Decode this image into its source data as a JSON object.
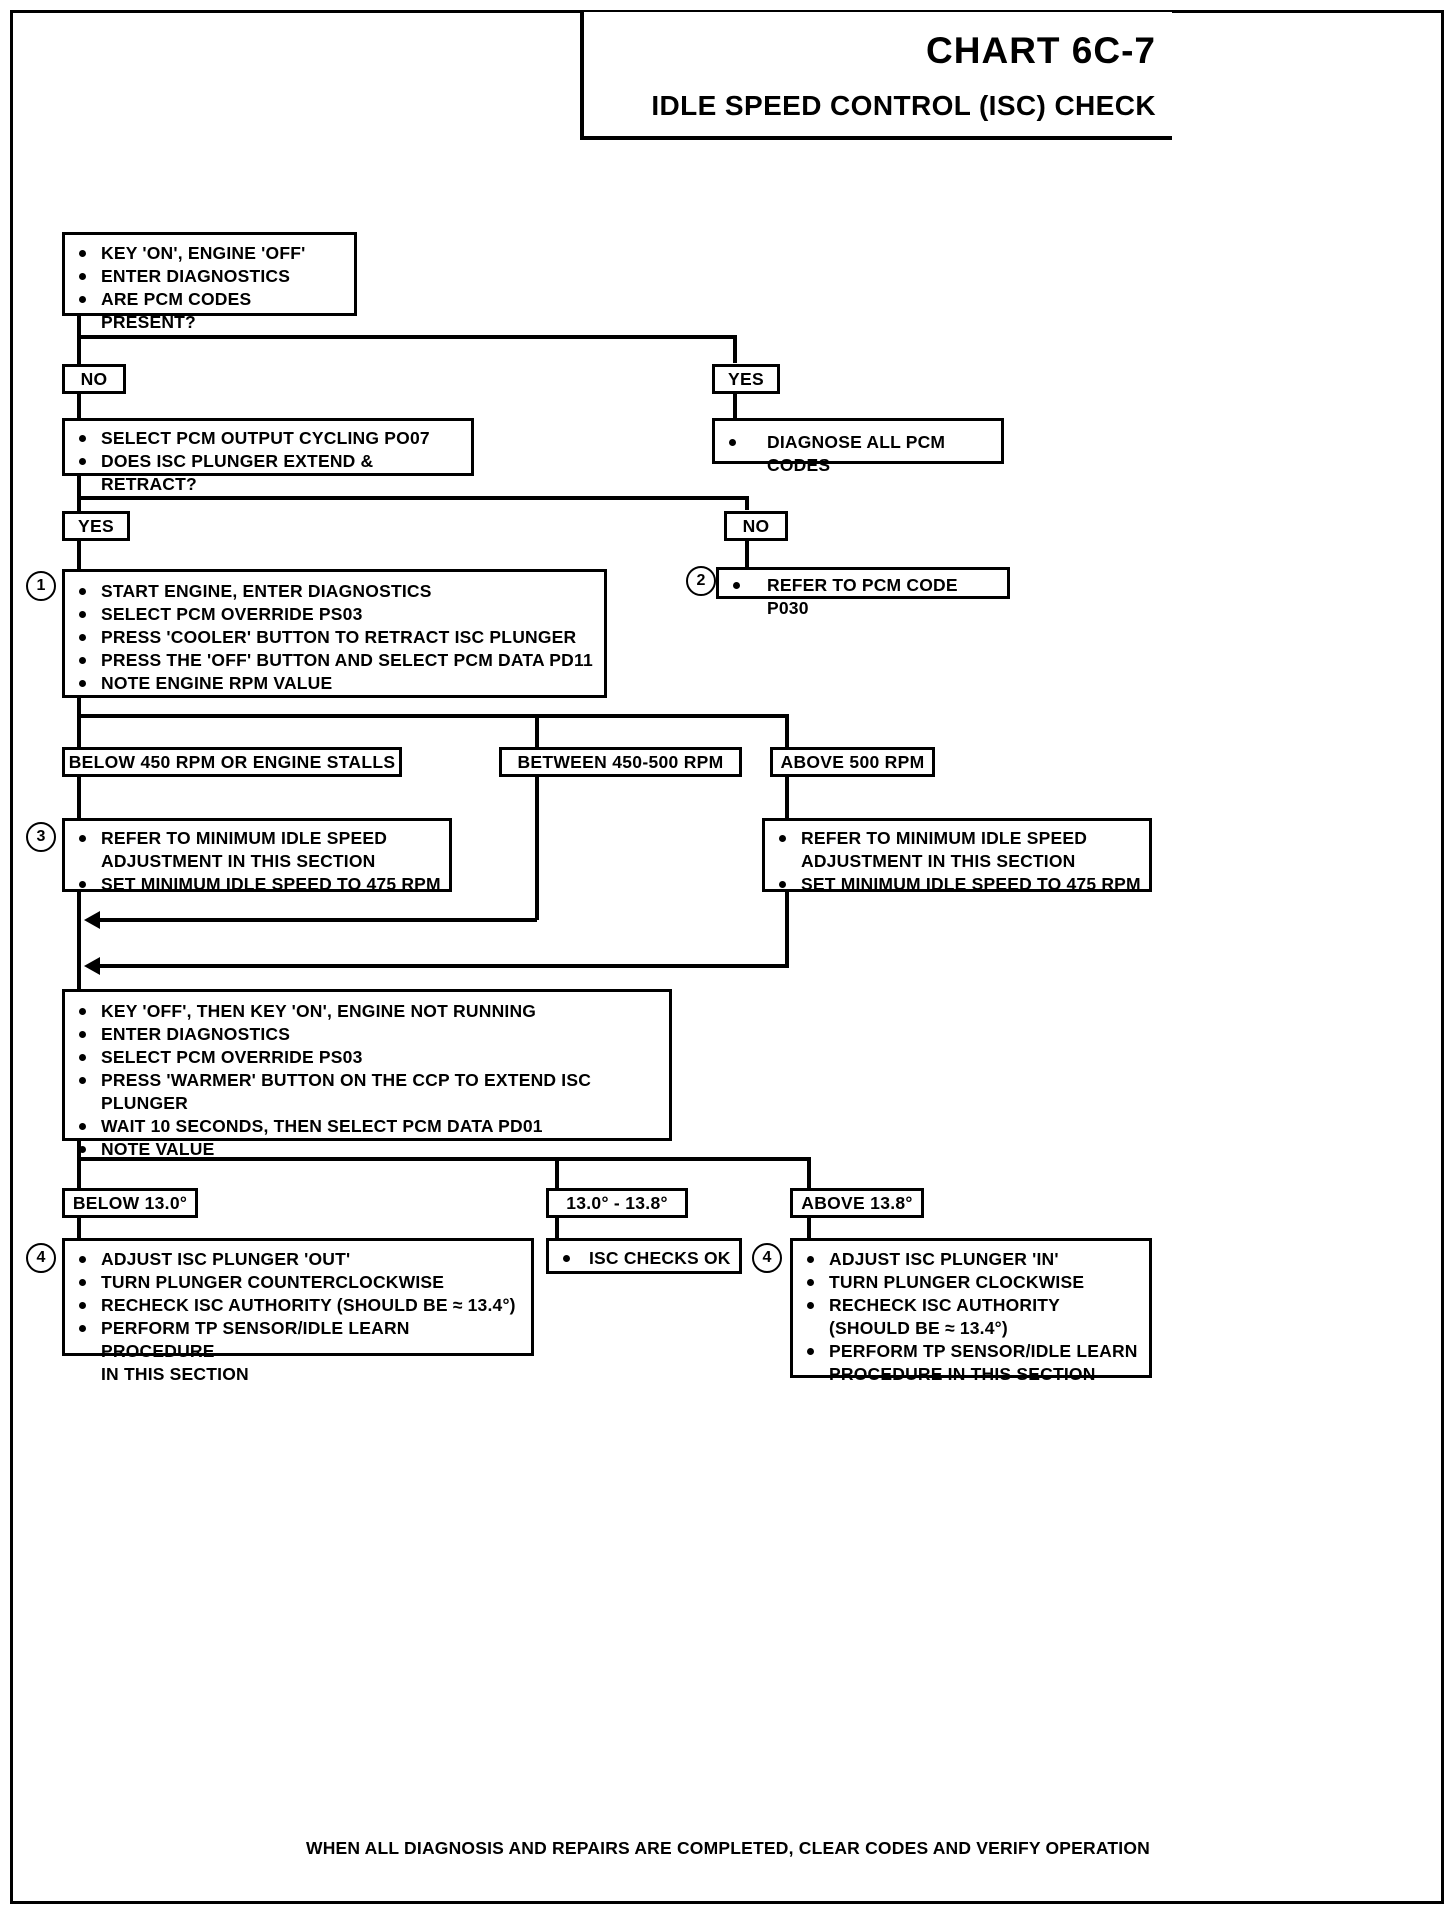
{
  "header": {
    "chart_number": "CHART 6C-7",
    "chart_title": "IDLE SPEED CONTROL (ISC) CHECK"
  },
  "nodes": {
    "start": {
      "items": [
        "KEY 'ON', ENGINE 'OFF'",
        "ENTER DIAGNOSTICS",
        "ARE PCM CODES PRESENT?"
      ]
    },
    "codes_no_label": "NO",
    "codes_yes_label": "YES",
    "output_cycling": {
      "items": [
        "SELECT PCM OUTPUT CYCLING PO07",
        "DOES ISC PLUNGER EXTEND & RETRACT?"
      ]
    },
    "diagnose_codes": {
      "items": [
        "DIAGNOSE ALL PCM CODES"
      ]
    },
    "plunger_yes_label": "YES",
    "plunger_no_label": "NO",
    "step1": {
      "marker": "1",
      "items": [
        "START ENGINE, ENTER DIAGNOSTICS",
        "SELECT PCM OVERRIDE PS03",
        "PRESS 'COOLER' BUTTON TO RETRACT ISC PLUNGER",
        "PRESS THE 'OFF' BUTTON AND SELECT PCM DATA PD11",
        "NOTE ENGINE RPM VALUE"
      ]
    },
    "rpm_below": "BELOW 450  RPM OR ENGINE STALLS",
    "rpm_between": "BETWEEN 450-500 RPM",
    "rpm_above": "ABOVE 500  RPM",
    "step3": {
      "marker": "3",
      "items": [
        "REFER TO MINIMUM IDLE SPEED\nADJUSTMENT IN THIS SECTION",
        "SET MINIMUM IDLE SPEED TO 475 RPM"
      ]
    },
    "min_idle_right": {
      "items": [
        "REFER TO MINIMUM IDLE SPEED\nADJUSTMENT IN THIS SECTION",
        "SET MINIMUM IDLE SPEED TO 475 RPM"
      ]
    },
    "key_cycle": {
      "items": [
        "KEY 'OFF', THEN KEY 'ON', ENGINE NOT RUNNING",
        "ENTER DIAGNOSTICS",
        "SELECT PCM OVERRIDE PS03",
        "PRESS 'WARMER' BUTTON ON THE CCP TO EXTEND ISC PLUNGER",
        "WAIT 10 SECONDS, THEN SELECT PCM DATA PD01",
        "NOTE VALUE"
      ]
    },
    "deg_below": "BELOW 13.0°",
    "deg_between": "13.0° - 13.8°",
    "deg_above": "ABOVE 13.8°",
    "adjust_out": {
      "marker": "4",
      "items": [
        "ADJUST ISC PLUNGER 'OUT'",
        "TURN PLUNGER COUNTERCLOCKWISE",
        "RECHECK ISC AUTHORITY (SHOULD BE ≈ 13.4°)",
        "PERFORM TP SENSOR/IDLE LEARN PROCEDURE\nIN THIS SECTION"
      ]
    },
    "isc_ok": {
      "items": [
        "ISC CHECKS OK"
      ]
    },
    "adjust_in": {
      "marker": "4",
      "items": [
        "ADJUST ISC PLUNGER 'IN'",
        "TURN PLUNGER CLOCKWISE",
        "RECHECK ISC AUTHORITY\n  (SHOULD BE ≈ 13.4°)",
        "PERFORM TP SENSOR/IDLE LEARN\nPROCEDURE IN THIS SECTION"
      ]
    },
    "step2": {
      "marker": "2",
      "items": [
        "REFER TO PCM CODE P030"
      ]
    }
  },
  "footer": {
    "text": "WHEN ALL DIAGNOSIS AND REPAIRS ARE COMPLETED, CLEAR CODES AND VERIFY OPERATION"
  }
}
